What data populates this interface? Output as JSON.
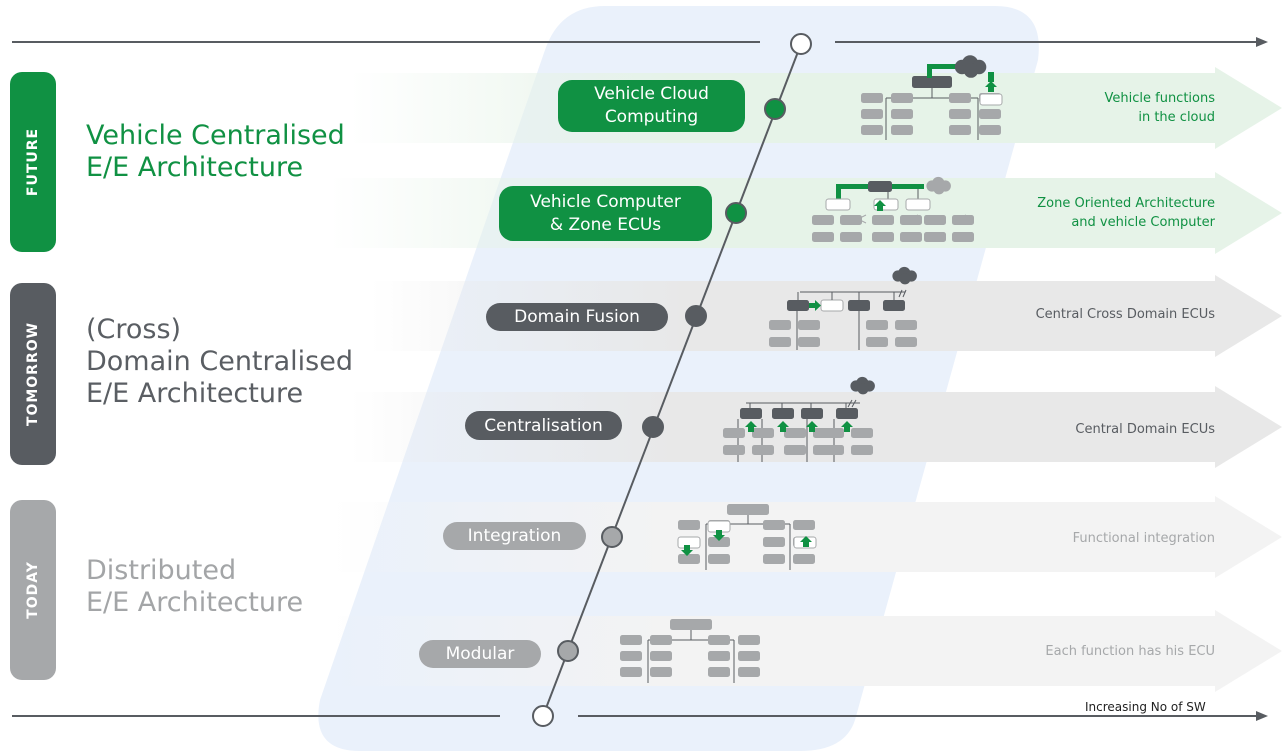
{
  "colors": {
    "future": "#109143",
    "tomorrow": "#585c61",
    "today": "#a6a8aa",
    "text_today": "#a3a5a7",
    "text_tomorrow": "#5a5e63",
    "arrow_green": "#e6f3e8",
    "arrow_grey": "#e8e8e8",
    "arrow_light": "#f3f3f3",
    "blue_band": "#eaf1fb",
    "ecu_grey": "#a6a8aa",
    "ecu_dark": "#585c61"
  },
  "eras": [
    {
      "label": "FUTURE",
      "title": [
        "Vehicle Centralised",
        "E/E Architecture"
      ]
    },
    {
      "label": "TOMORROW",
      "title": [
        "(Cross)",
        "Domain Centralised",
        "E/E Architecture"
      ]
    },
    {
      "label": "TODAY",
      "title": [
        "Distributed",
        "E/E Architecture"
      ]
    }
  ],
  "stages": [
    {
      "label": [
        "Vehicle Cloud",
        "Computing"
      ],
      "description": [
        "Vehicle functions",
        "in the cloud"
      ]
    },
    {
      "label": [
        "Vehicle Computer",
        "& Zone ECUs"
      ],
      "description": [
        "Zone Oriented Architecture",
        "and vehicle Computer"
      ]
    },
    {
      "label": [
        "Domain Fusion"
      ],
      "description": [
        "Central Cross Domain ECUs"
      ]
    },
    {
      "label": [
        "Centralisation"
      ],
      "description": [
        "Central Domain ECUs"
      ]
    },
    {
      "label": [
        "Integration"
      ],
      "description": [
        "Functional integration"
      ]
    },
    {
      "label": [
        "Modular"
      ],
      "description": [
        "Each function has his ECU"
      ]
    }
  ],
  "axis": {
    "bottom_caption": "Increasing No of SW"
  }
}
